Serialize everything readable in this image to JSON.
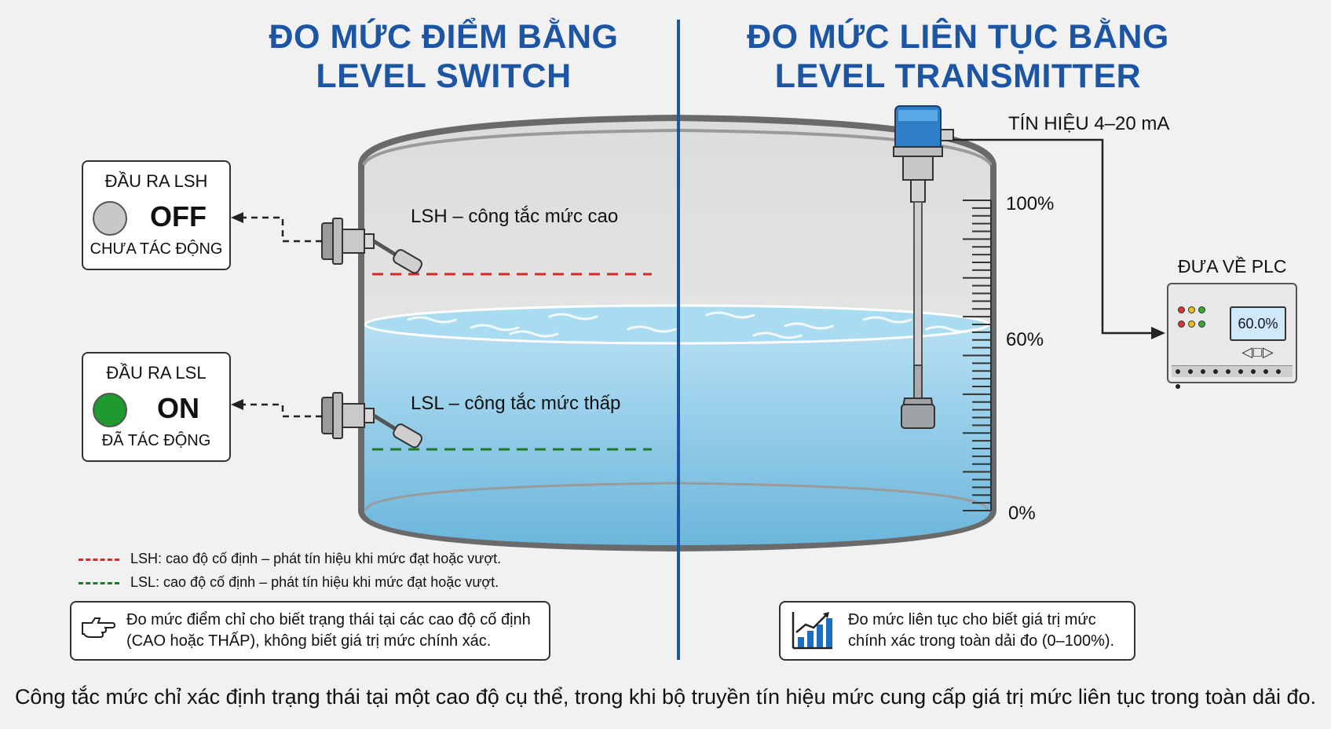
{
  "titles": {
    "left_line1": "ĐO MỨC ĐIỂM BẰNG",
    "left_line2": "LEVEL SWITCH",
    "right_line1": "ĐO MỨC LIÊN TỤC BẰNG",
    "right_line2": "LEVEL TRANSMITTER"
  },
  "lsh_output": {
    "title": "ĐẦU RA LSH",
    "state": "OFF",
    "status": "CHƯA TÁC ĐỘNG",
    "lamp_color": "#c8c8c8"
  },
  "lsl_output": {
    "title": "ĐẦU RA LSL",
    "state": "ON",
    "status": "ĐÃ TÁC ĐỘNG",
    "lamp_color": "#1e9a2e"
  },
  "switch_labels": {
    "lsh": "LSH – công tắc mức cao",
    "lsl": "LSL – công tắc mức thấp"
  },
  "scale": {
    "top": "100%",
    "mid": "60%",
    "bottom": "0%"
  },
  "signal_label": "TÍN HIỆU 4–20 mA",
  "plc": {
    "label": "ĐƯA VỀ PLC",
    "display": "60.0%",
    "buttons": "◁□▷"
  },
  "level_fraction": 0.6,
  "legend": {
    "lsh": "LSH: cao độ cố định – phát tín hiệu khi mức đạt hoặc vượt.",
    "lsl": "LSL: cao độ cố định – phát tín hiệu khi mức đạt hoặc vượt.",
    "lsh_color": "#d42a2a",
    "lsl_color": "#1d7a2a"
  },
  "notes": {
    "left_line1": "Đo mức điểm chỉ cho biết trạng thái tại các cao độ cố định",
    "left_line2": "(CAO hoặc THẤP), không biết giá trị mức chính xác.",
    "left_icon": "pointing-hand-icon",
    "right_line1": "Đo mức liên tục cho biết giá trị mức",
    "right_line2": "chính xác trong toàn dải đo (0–100%).",
    "right_icon": "rising-chart-icon"
  },
  "footer": "Công tắc mức chỉ xác định trạng thái tại một cao độ cụ thể, trong khi bộ truyền tín hiệu mức cung cấp giá trị mức liên tục trong toàn dải đo.",
  "colors": {
    "title_blue": "#1b55a3",
    "water": "#8ecde9"
  }
}
